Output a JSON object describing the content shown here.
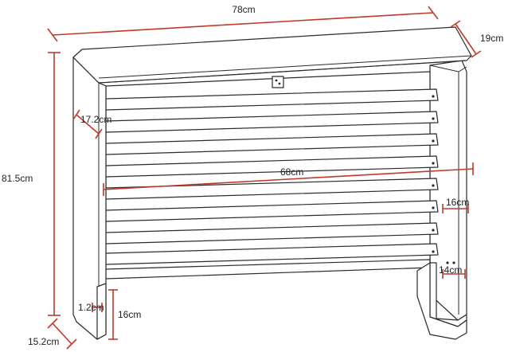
{
  "dimensions": {
    "width_top": "78cm",
    "depth_top": "19cm",
    "height_total": "81.5cm",
    "side_upper_depth": "17.2cm",
    "inner_width": "68cm",
    "shelf_depth": "16cm",
    "foot_depth": "14cm",
    "panel_thickness": "1.2cm",
    "foot_height": "16cm",
    "side_lower_depth": "15.2cm"
  },
  "colors": {
    "dimension_line": "#c0392b",
    "outline": "#2a2a2a"
  }
}
